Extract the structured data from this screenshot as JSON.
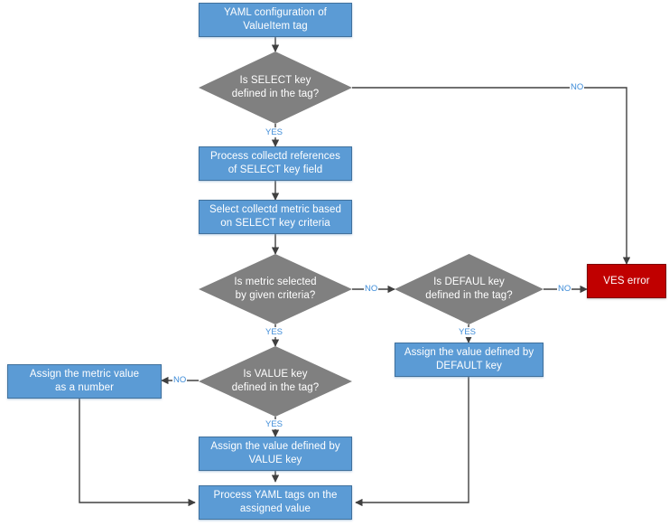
{
  "diagram": {
    "title": "YAML configuration of ValueItem tag processing flowchart",
    "colors": {
      "process_fill": "#5B9BD5",
      "decision_fill": "#808080",
      "error_fill": "#C00000",
      "edge_label": "#3E8CD8",
      "connector": "#404040",
      "node_text": "#FFFFFF",
      "background": "#FFFFFF"
    },
    "nodes": [
      {
        "id": "start",
        "kind": "process",
        "label": "YAML configuration of ValueItem tag",
        "line1": "YAML configuration of",
        "line2": "ValueItem tag"
      },
      {
        "id": "select-key",
        "kind": "decision",
        "label": "Is SELECT key defined in the tag?",
        "line1": "Is SELECT key",
        "line2": "defined in the tag?"
      },
      {
        "id": "process-references",
        "kind": "process",
        "label": "Process collectd references of SELECT key field",
        "line1": "Process collectd references",
        "line2": "of SELECT key field"
      },
      {
        "id": "select-metric",
        "kind": "process",
        "label": "Select collectd metric based on SELECT key criteria",
        "line1": "Select collectd metric based",
        "line2": "on SELECT key criteria"
      },
      {
        "id": "metric-selected",
        "kind": "decision",
        "label": "Is metric selected by given criteria?",
        "line1": "Is metric selected",
        "line2": "by given criteria?"
      },
      {
        "id": "default-key",
        "kind": "decision",
        "label": "Is DEFAUL key defined in the tag?",
        "line1": "Is DEFAUL key",
        "line2": "defined in the tag?"
      },
      {
        "id": "ves-error",
        "kind": "error",
        "label": "VES error",
        "line1": "VES error",
        "line2": ""
      },
      {
        "id": "assign-default",
        "kind": "process",
        "label": "Assign the value defined by DEFAULT key",
        "line1": "Assign the value defined by",
        "line2": "DEFAULT key"
      },
      {
        "id": "value-key",
        "kind": "decision",
        "label": "Is VALUE key defined in the tag?",
        "line1": "Is VALUE key",
        "line2": "defined in the tag?"
      },
      {
        "id": "assign-number",
        "kind": "process",
        "label": "Assign the metric value as a number",
        "line1": "Assign the metric value",
        "line2": "as a number"
      },
      {
        "id": "assign-value",
        "kind": "process",
        "label": "Assign the value defined by VALUE key",
        "line1": "Assign the value defined by",
        "line2": "VALUE key"
      },
      {
        "id": "process-yaml",
        "kind": "process",
        "label": "Process YAML tags on the assigned value",
        "line1": "Process YAML tags on the",
        "line2": "assigned value"
      }
    ],
    "edge_labels": {
      "select_no": "NO",
      "select_yes": "YES",
      "metric_no": "NO",
      "metric_yes": "YES",
      "default_no": "NO",
      "default_yes": "YES",
      "value_no": "NO",
      "value_yes": "YES"
    },
    "edges": [
      {
        "from": "start",
        "to": "select-key",
        "label": ""
      },
      {
        "from": "select-key",
        "to": "ves-error",
        "label": "NO"
      },
      {
        "from": "select-key",
        "to": "process-references",
        "label": "YES"
      },
      {
        "from": "process-references",
        "to": "select-metric",
        "label": ""
      },
      {
        "from": "select-metric",
        "to": "metric-selected",
        "label": ""
      },
      {
        "from": "metric-selected",
        "to": "default-key",
        "label": "NO"
      },
      {
        "from": "metric-selected",
        "to": "value-key",
        "label": "YES"
      },
      {
        "from": "default-key",
        "to": "ves-error",
        "label": "NO"
      },
      {
        "from": "default-key",
        "to": "assign-default",
        "label": "YES"
      },
      {
        "from": "assign-default",
        "to": "process-yaml",
        "label": ""
      },
      {
        "from": "value-key",
        "to": "assign-number",
        "label": "NO"
      },
      {
        "from": "value-key",
        "to": "assign-value",
        "label": "YES"
      },
      {
        "from": "assign-number",
        "to": "process-yaml",
        "label": ""
      },
      {
        "from": "assign-value",
        "to": "process-yaml",
        "label": ""
      }
    ]
  }
}
